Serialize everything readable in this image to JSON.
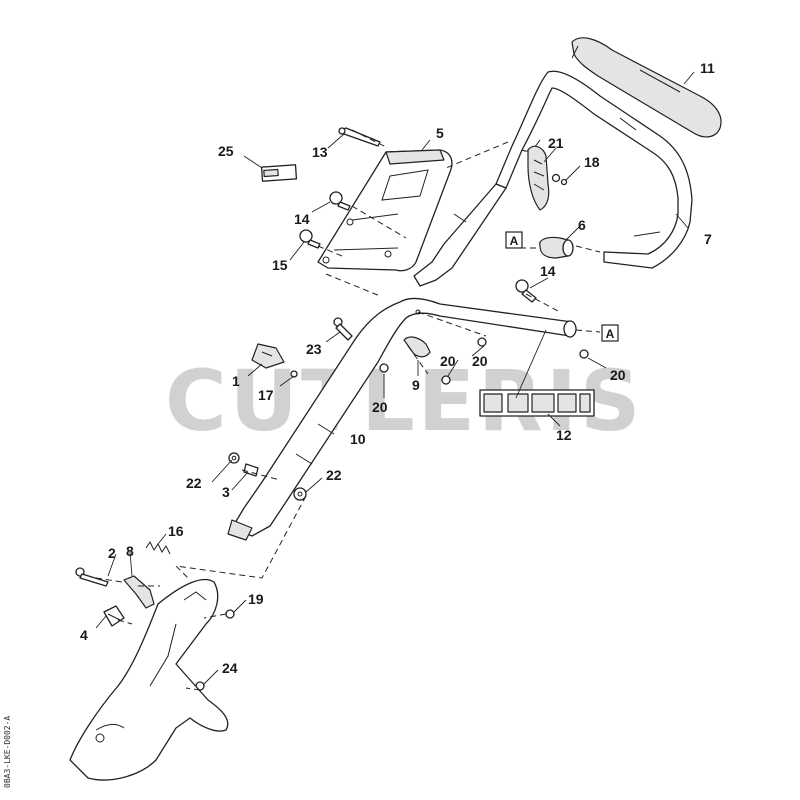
{
  "watermark": "CUTLERIS",
  "drawing_code": "0BA3-LKE-D002-A",
  "reference_letter": "A",
  "callouts": {
    "p1": "1",
    "p2": "2",
    "p3": "3",
    "p4": "4",
    "p5": "5",
    "p6": "6",
    "p7": "7",
    "p8": "8",
    "p9": "9",
    "p10": "10",
    "p11": "11",
    "p12": "12",
    "p13": "13",
    "p14a": "14",
    "p14b": "14",
    "p15": "15",
    "p16": "16",
    "p17": "17",
    "p18": "18",
    "p19": "19",
    "p20a": "20",
    "p20b": "20",
    "p20c": "20",
    "p20d": "20",
    "p21": "21",
    "p22a": "22",
    "p22b": "22",
    "p23": "23",
    "p24": "24",
    "p25": "25"
  },
  "colors": {
    "line": "#222222",
    "fill": "#ffffff",
    "shade": "#e4e4e4",
    "watermark": "#9a9a9a"
  }
}
